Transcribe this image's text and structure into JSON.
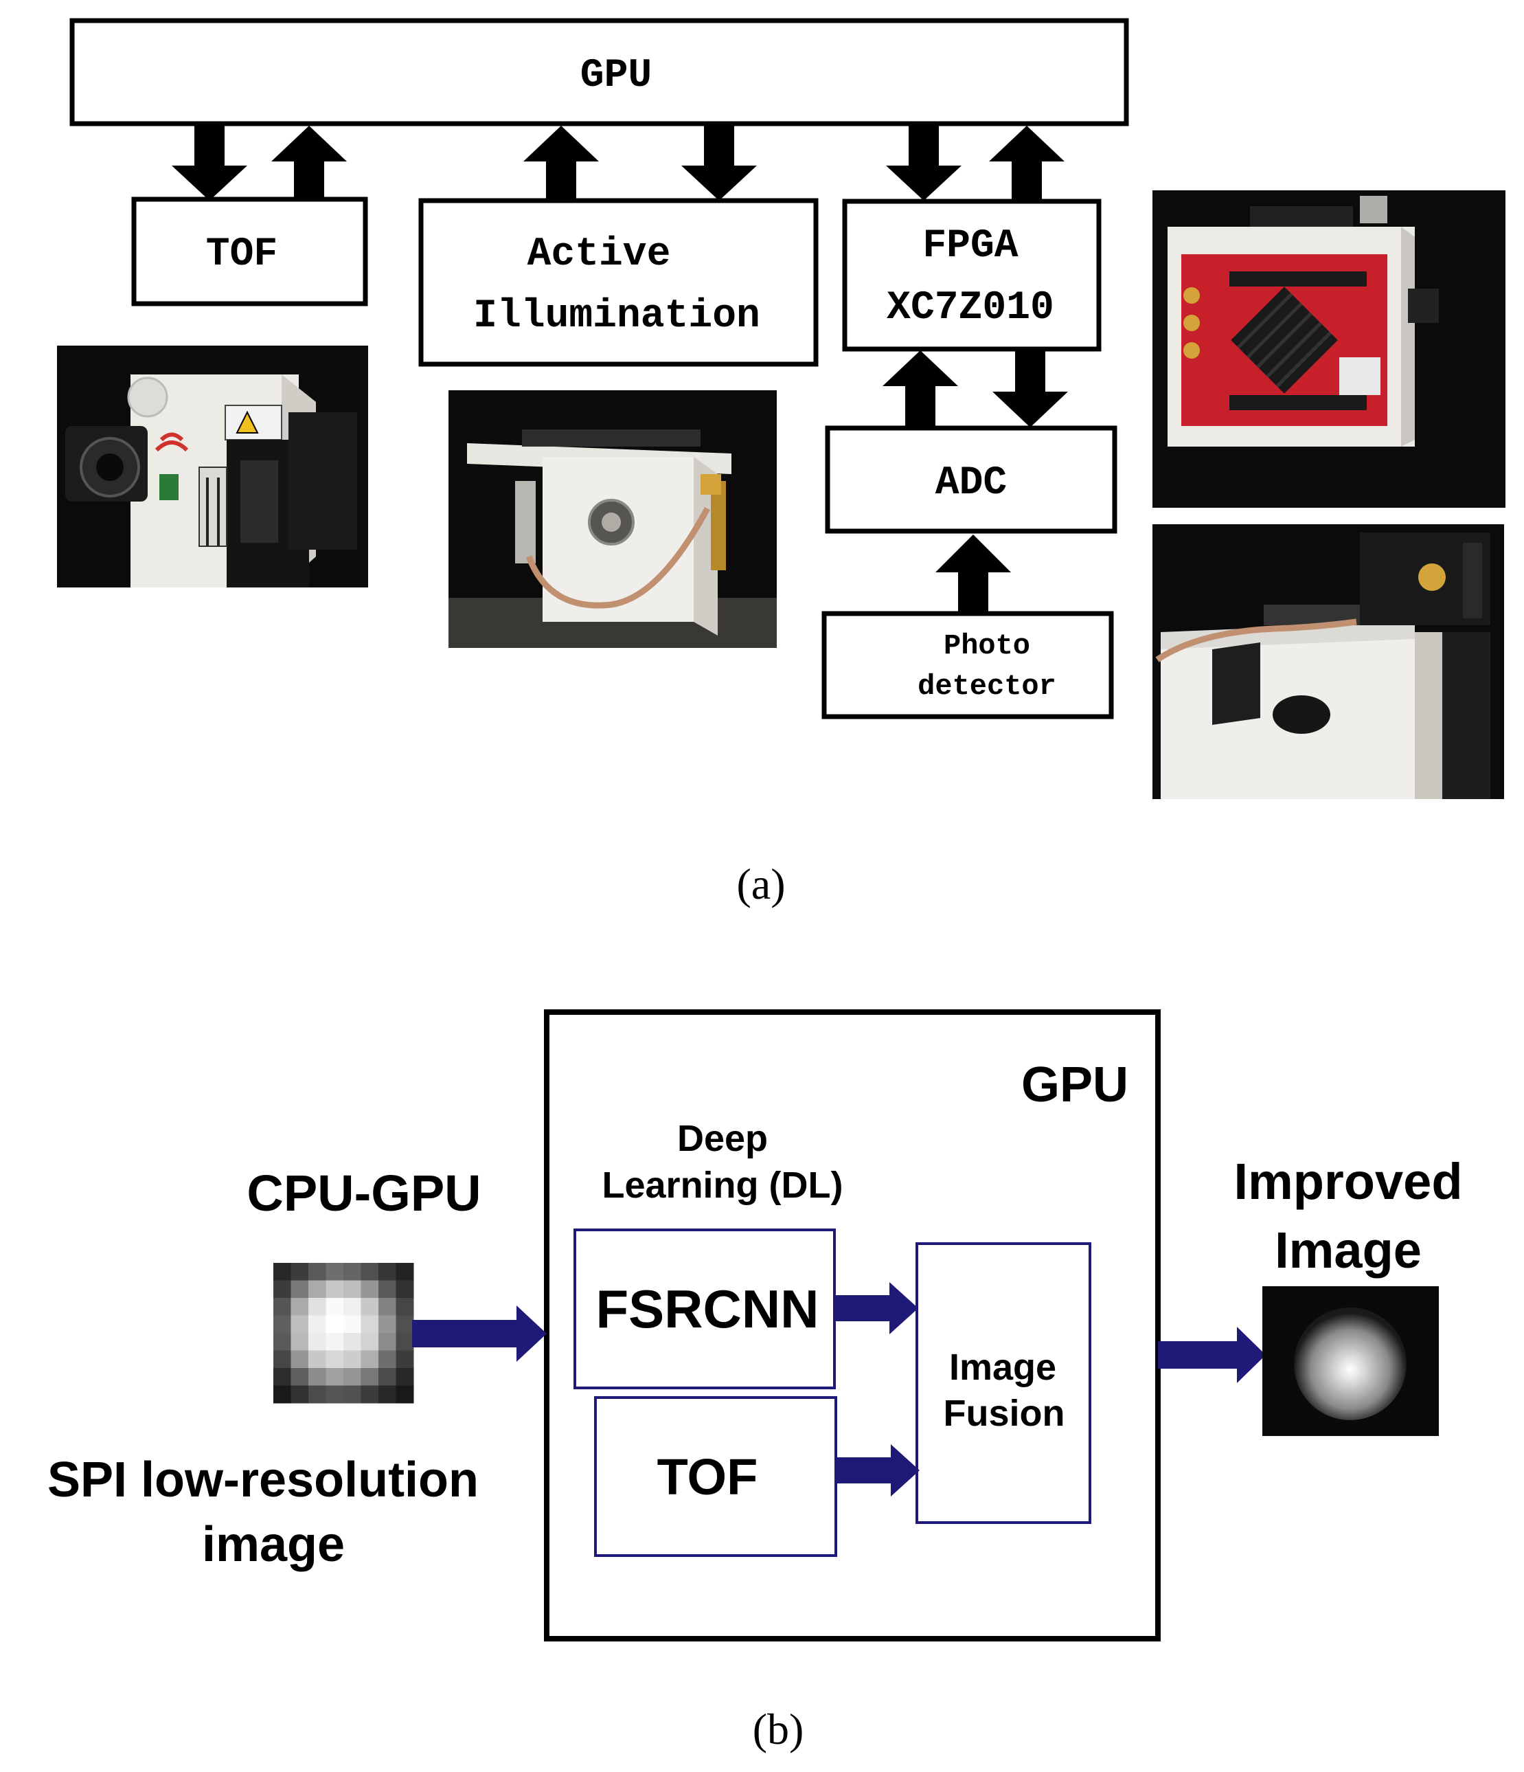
{
  "panel_a": {
    "caption": "(a)",
    "gpu_label": "GPU",
    "tof_label": "TOF",
    "illum_line1": "Active",
    "illum_line2": "Illumination",
    "fpga_line1": "FPGA",
    "fpga_line2": "XC7Z010",
    "adc_label": "ADC",
    "photo_line1": "Photo",
    "photo_line2": "detector"
  },
  "panel_b": {
    "caption": "(b)",
    "gpu_label": "GPU",
    "dl_line1": "Deep",
    "dl_line2": "Learning (DL)",
    "fsrcnn_label": "FSRCNN",
    "tof_label": "TOF",
    "fusion_line1": "Image",
    "fusion_line2": "Fusion",
    "cpu_gpu_label": "CPU-GPU",
    "spi_line1": "SPI low-resolution",
    "spi_line2": "image",
    "improved_line1": "Improved",
    "improved_line2": "Image"
  },
  "colors": {
    "arrow_black": "#000000",
    "arrow_navy": "#1f1a78",
    "box_navy": "#1f1a78",
    "photo_background": "#0b0b0b",
    "board_red": "#c8202a"
  }
}
